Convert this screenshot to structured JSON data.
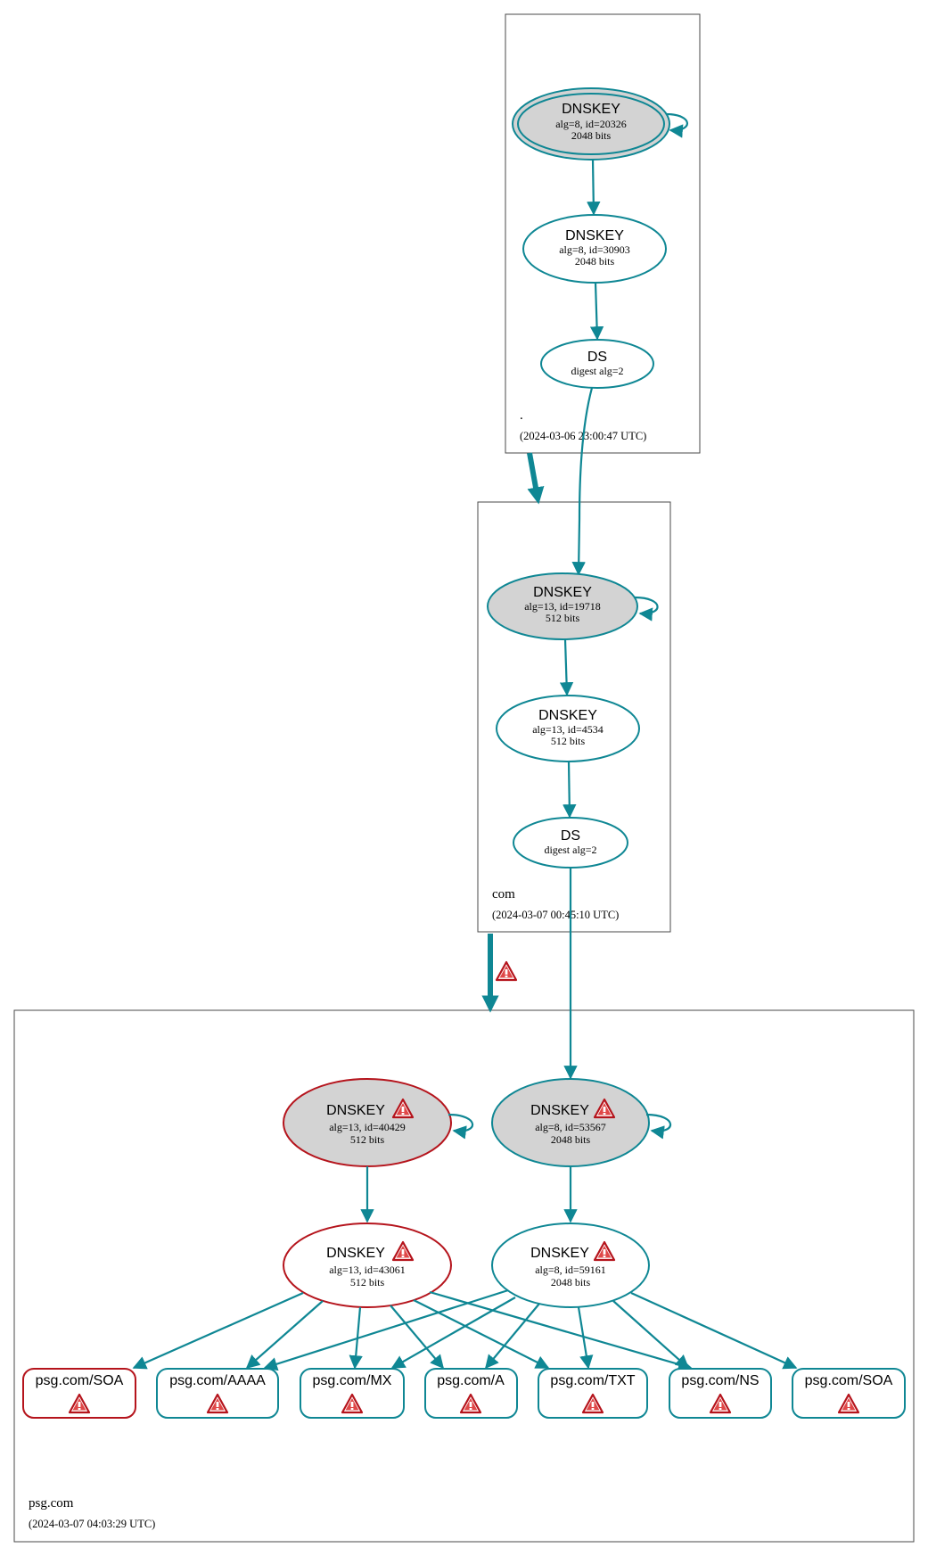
{
  "colors": {
    "secure": "#0f8794",
    "bogus": "#b5141c",
    "ksk_fill": "#d3d3d3",
    "warning_icon": "#d23a3a"
  },
  "zones": {
    "root": {
      "name": ".",
      "timestamp": "(2024-03-06 23:00:47 UTC)"
    },
    "com": {
      "name": "com",
      "timestamp": "(2024-03-07 00:45:10 UTC)"
    },
    "psg": {
      "name": "psg.com",
      "timestamp": "(2024-03-07 04:03:29 UTC)"
    }
  },
  "nodes": {
    "root_ksk": {
      "title": "DNSKEY",
      "line1": "alg=8, id=20326",
      "line2": "2048 bits"
    },
    "root_zsk": {
      "title": "DNSKEY",
      "line1": "alg=8, id=30903",
      "line2": "2048 bits"
    },
    "root_ds": {
      "title": "DS",
      "line1": "digest alg=2"
    },
    "com_ksk": {
      "title": "DNSKEY",
      "line1": "alg=13, id=19718",
      "line2": "512 bits"
    },
    "com_zsk": {
      "title": "DNSKEY",
      "line1": "alg=13, id=4534",
      "line2": "512 bits"
    },
    "com_ds": {
      "title": "DS",
      "line1": "digest alg=2"
    },
    "psg_ksk13": {
      "title": "DNSKEY",
      "line1": "alg=13, id=40429",
      "line2": "512 bits",
      "status": "bogus",
      "warning": "warning-icon"
    },
    "psg_ksk8": {
      "title": "DNSKEY",
      "line1": "alg=8, id=53567",
      "line2": "2048 bits",
      "status": "secure",
      "warning": "warning-icon"
    },
    "psg_zsk13": {
      "title": "DNSKEY",
      "line1": "alg=13, id=43061",
      "line2": "512 bits",
      "status": "bogus",
      "warning": "warning-icon"
    },
    "psg_zsk8": {
      "title": "DNSKEY",
      "line1": "alg=8, id=59161",
      "line2": "2048 bits",
      "status": "secure",
      "warning": "warning-icon"
    }
  },
  "rrsets": [
    {
      "label": "psg.com/SOA",
      "status": "bogus",
      "icon": "warning-icon"
    },
    {
      "label": "psg.com/AAAA",
      "status": "secure",
      "icon": "warning-icon"
    },
    {
      "label": "psg.com/MX",
      "status": "secure",
      "icon": "warning-icon"
    },
    {
      "label": "psg.com/A",
      "status": "secure",
      "icon": "warning-icon"
    },
    {
      "label": "psg.com/TXT",
      "status": "secure",
      "icon": "warning-icon"
    },
    {
      "label": "psg.com/NS",
      "status": "secure",
      "icon": "warning-icon"
    },
    {
      "label": "psg.com/SOA",
      "status": "secure",
      "icon": "warning-icon"
    }
  ],
  "delegation_warning": "warning-icon"
}
